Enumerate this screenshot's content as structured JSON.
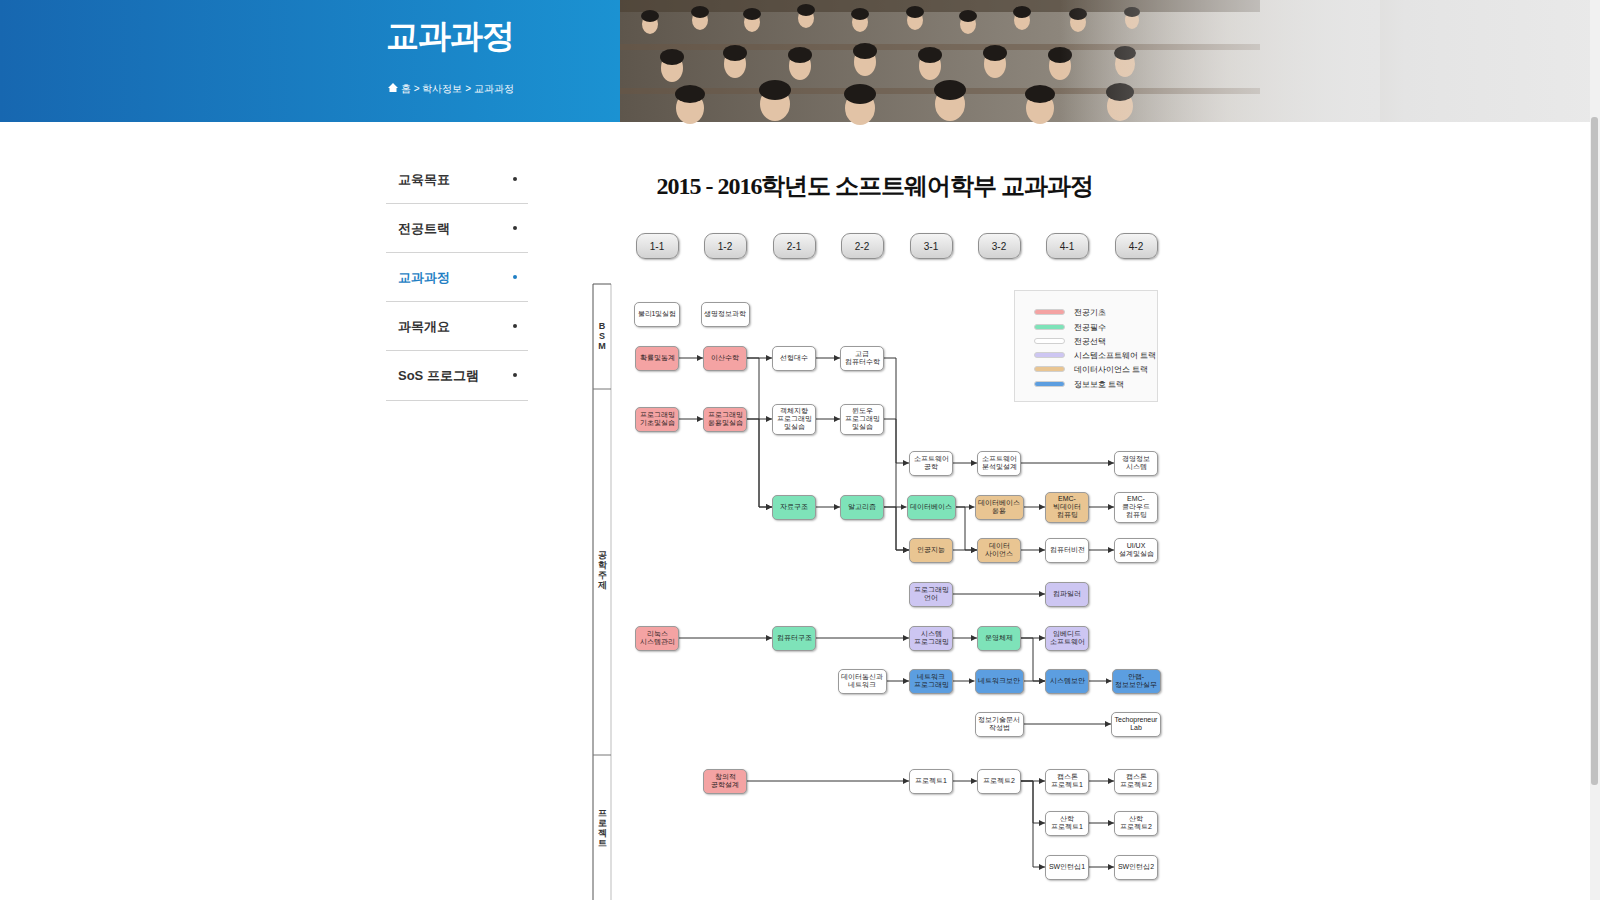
{
  "diagram": {
    "title": "2015 - 2016학년도 소프트웨어학부 교과과정",
    "nodes": [
      {
        "text": [
          "1-1"
        ]
      },
      {
        "text": [
          "1-2"
        ]
      },
      {
        "text": [
          "2-1"
        ]
      },
      {
        "text": [
          "2-2"
        ]
      },
      {
        "text": [
          "3-1"
        ]
      },
      {
        "text": [
          "3-2"
        ]
      },
      {
        "text": [
          "4-1"
        ]
      },
      {
        "text": [
          "4-2"
        ]
      },
      {
        "text": [
          "물리1및실험"
        ]
      },
      {
        "text": [
          "생명정보과학"
        ]
      },
      {
        "text": [
          "확률및통계"
        ]
      },
      {
        "text": [
          "이산수학"
        ]
      },
      {
        "text": [
          "선형대수"
        ]
      },
      {
        "text": [
          "고급 컴퓨터수학"
        ]
      },
      {
        "text": [
          "프로그래밍 기초및실습"
        ]
      },
      {
        "text": [
          "프로그래밍 응용및실습"
        ]
      },
      {
        "text": [
          "객체지향 프로그래밍 및실습"
        ]
      },
      {
        "text": [
          "윈도우 프로그래밍 및실습"
        ]
      },
      {
        "text": [
          "소프트웨어 공학"
        ]
      },
      {
        "text": [
          "소프트웨어 분석및설계"
        ]
      },
      {
        "text": [
          "경영정보 시스템"
        ]
      },
      {
        "text": [
          "자료구조"
        ]
      },
      {
        "text": [
          "알고리즘"
        ]
      },
      {
        "text": [
          "데이터베이스"
        ]
      },
      {
        "text": [
          "데이터베이스 응용"
        ]
      },
      {
        "text": [
          "EMC- 빅데이터 컴퓨팅"
        ]
      },
      {
        "text": [
          "EMC- 클라우드 컴퓨팅"
        ]
      },
      {
        "text": [
          "인공지능"
        ]
      },
      {
        "text": [
          "데이터 사이언스"
        ]
      },
      {
        "text": [
          "컴퓨터비전"
        ]
      },
      {
        "text": [
          "UI/UX 설계및실습"
        ]
      },
      {
        "text": [
          "프로그래밍 언어"
        ]
      },
      {
        "text": [
          "컴파일러"
        ]
      },
      {
        "text": [
          "리눅스 시스템관리"
        ]
      },
      {
        "text": [
          "컴퓨터구조"
        ]
      },
      {
        "text": [
          "시스템 프로그래밍"
        ]
      },
      {
        "text": [
          "운영체제"
        ]
      },
      {
        "text": [
          "임베디드 소프트웨어"
        ]
      },
      {
        "text": [
          "데이터통신과 네트워크"
        ]
      },
      {
        "text": [
          "네트워크 프로그래밍"
        ]
      },
      {
        "text": [
          "네트워크보안"
        ]
      },
      {
        "text": [
          "시스템보안"
        ]
      },
      {
        "text": [
          "안랩- 정보보안실무"
        ]
      },
      {
        "text": [
          "정보기술문서 작성법"
        ]
      },
      {
        "text": [
          "Techopreneur Lab"
        ]
      },
      {
        "text": [
          "창의적 공학설계"
        ]
      },
      {
        "text": [
          "프로젝트1"
        ]
      },
      {
        "text": [
          "프로젝트2"
        ]
      },
      {
        "text": [
          "캡스톤 프로젝트1"
        ]
      },
      {
        "text": [
          "캡스톤 프로젝트2"
        ]
      },
      {
        "text": [
          "산학 프로젝트1"
        ]
      },
      {
        "text": [
          "산학 프로젝트2"
        ]
      },
      {
        "text": [
          "SW인턴십1"
        ]
      },
      {
        "text": [
          "SW인턴십2"
        ]
      }
    ],
    "edges": [
      {
        "from": 10,
        "to": 11,
        "arrow": "to"
      },
      {
        "from": 11,
        "to": 12,
        "arrow": "to"
      },
      {
        "from": 12,
        "to": 13,
        "arrow": "to"
      },
      {
        "from": 11,
        "to": 21,
        "arrow": "to"
      },
      {
        "from": 14,
        "to": 15,
        "arrow": "to"
      },
      {
        "from": 15,
        "to": 16,
        "arrow": "to"
      },
      {
        "from": 16,
        "to": 17,
        "arrow": "to"
      },
      {
        "from": 15,
        "to": 21,
        "arrow": "to"
      },
      {
        "from": 21,
        "to": 22,
        "arrow": "to"
      },
      {
        "from": 22,
        "to": 23,
        "arrow": "to"
      },
      {
        "from": 13,
        "to": 27,
        "arrow": "to"
      },
      {
        "from": 17,
        "to": 18,
        "arrow": "to"
      },
      {
        "from": 18,
        "to": 19,
        "arrow": "to"
      },
      {
        "from": 19,
        "to": 20,
        "arrow": "to"
      },
      {
        "from": 23,
        "to": 24,
        "arrow": "to"
      },
      {
        "from": 24,
        "to": 25,
        "arrow": "to"
      },
      {
        "from": 25,
        "to": 26,
        "arrow": "to"
      },
      {
        "from": 22,
        "to": 27,
        "arrow": "to"
      },
      {
        "from": 27,
        "to": 28,
        "arrow": "to"
      },
      {
        "from": 23,
        "to": 28,
        "arrow": "to"
      },
      {
        "from": 28,
        "to": 29,
        "arrow": "to"
      },
      {
        "from": 29,
        "to": 30,
        "arrow": "to"
      },
      {
        "from": 31,
        "to": 32,
        "arrow": "to"
      },
      {
        "from": 33,
        "to": 34,
        "arrow": "to"
      },
      {
        "from": 34,
        "to": 35,
        "arrow": "to"
      },
      {
        "from": 35,
        "to": 36,
        "arrow": "to"
      },
      {
        "from": 36,
        "to": 37,
        "arrow": "to"
      },
      {
        "from": 38,
        "to": 39,
        "arrow": "to"
      },
      {
        "from": 39,
        "to": 40,
        "arrow": "to"
      },
      {
        "from": 40,
        "to": 41,
        "arrow": "to"
      },
      {
        "from": 36,
        "to": 41,
        "arrow": "to"
      },
      {
        "from": 41,
        "to": 42,
        "arrow": "to"
      },
      {
        "from": 43,
        "to": 44,
        "arrow": "to"
      },
      {
        "from": 45,
        "to": 46,
        "arrow": "to"
      },
      {
        "from": 46,
        "to": 47,
        "arrow": "to"
      },
      {
        "from": 47,
        "to": 48,
        "arrow": "to"
      },
      {
        "from": 48,
        "to": 49,
        "arrow": "to"
      },
      {
        "from": 47,
        "to": 50,
        "arrow": "to"
      },
      {
        "from": 50,
        "to": 51,
        "arrow": "to"
      },
      {
        "from": 47,
        "to": 52,
        "arrow": "to"
      },
      {
        "from": 52,
        "to": 53,
        "arrow": "to"
      }
    ],
    "labels": [
      "교과과정",
      "홈 > 학사정보 > 교과과정",
      "교육목표",
      "전공트랙",
      "교과과정",
      "과목개요",
      "SoS 프로그램",
      "BSM",
      "공학주제",
      "프로젝트"
    ],
    "legend": [
      {
        "text": "전공기초",
        "color": "#f4a3a3"
      },
      {
        "text": "전공필수",
        "color": "#7ee3b9"
      },
      {
        "text": "전공선택",
        "color": "#ffffff"
      },
      {
        "text": "시스템소프트웨어 트랙",
        "color": "#cdc6f2"
      },
      {
        "text": "데이터사이언스 트랙",
        "color": "#e9c592"
      },
      {
        "text": "정보보호 트랙",
        "color": "#5c9ee0"
      }
    ]
  }
}
